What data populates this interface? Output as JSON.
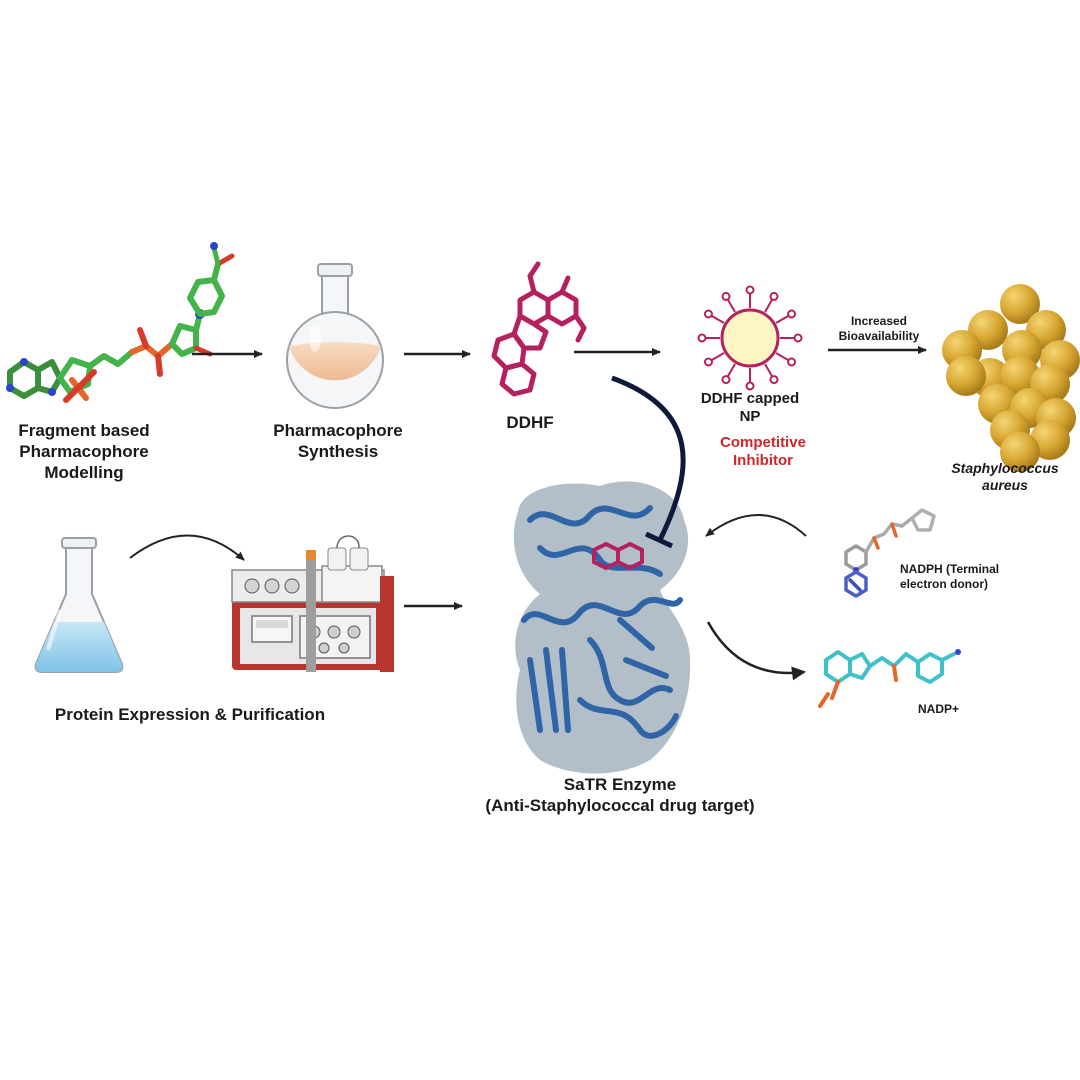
{
  "labels": {
    "fragment": [
      "Fragment based",
      "Pharmacophore",
      "Modelling"
    ],
    "synthesis": [
      "Pharmacophore",
      "Synthesis"
    ],
    "ddhf": "DDHF",
    "np": [
      "DDHF capped",
      "NP"
    ],
    "inhibitor": [
      "Competitive",
      "Inhibitor"
    ],
    "bioavailability": [
      "Increased",
      "Bioavailability"
    ],
    "bacteria": [
      "Staphylococcus",
      "aureus"
    ],
    "protein": "Protein Expression & Purification",
    "enzyme": [
      "SaTR Enzyme",
      "(Anti-Staphylococcal drug target)"
    ],
    "nadph": [
      "NADPH (Terminal",
      "electron donor)"
    ],
    "nadp": "NADP+"
  },
  "colors": {
    "arrow": "#222222",
    "inhibition_arrow": "#0d1a3a",
    "ddhf": "#b5205f",
    "np_ligand": "#b5205f",
    "np_core": "#fdf6c4",
    "bacteria": "#d7a632",
    "flask_liquid": "#f3c9a6",
    "erlenmeyer_liquid": "#9fd3ee",
    "protein": "#2f64a6",
    "surface": "#9aa9b6",
    "instrument": "#b8342e",
    "red_label": "#d0262a"
  },
  "icons": [
    "nadph-molecule-icon",
    "round-bottom-flask-icon",
    "ddhf-molecule-icon",
    "nanoparticle-icon",
    "staphylococcus-cluster-icon",
    "erlenmeyer-flask-icon",
    "chromatography-system-icon",
    "protein-structure-icon",
    "nadph-small-molecule-icon",
    "nadp-molecule-icon"
  ]
}
